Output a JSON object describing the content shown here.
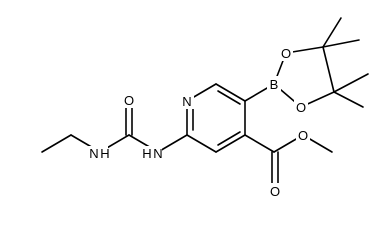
{
  "molecule": {
    "atoms": {
      "N_ring": "N",
      "B": "B",
      "O_ring_top": "O",
      "O_ring_bottom": "O",
      "N_urea_left": "N",
      "H_urea_left": "H",
      "N_urea_right": "N",
      "H_urea_right": "H",
      "O_urea": "O",
      "O_ester_carbonyl": "O",
      "O_ester_ether": "O"
    },
    "colors": {
      "bond": "#000000",
      "label": "#000000",
      "background": "#ffffff"
    }
  }
}
